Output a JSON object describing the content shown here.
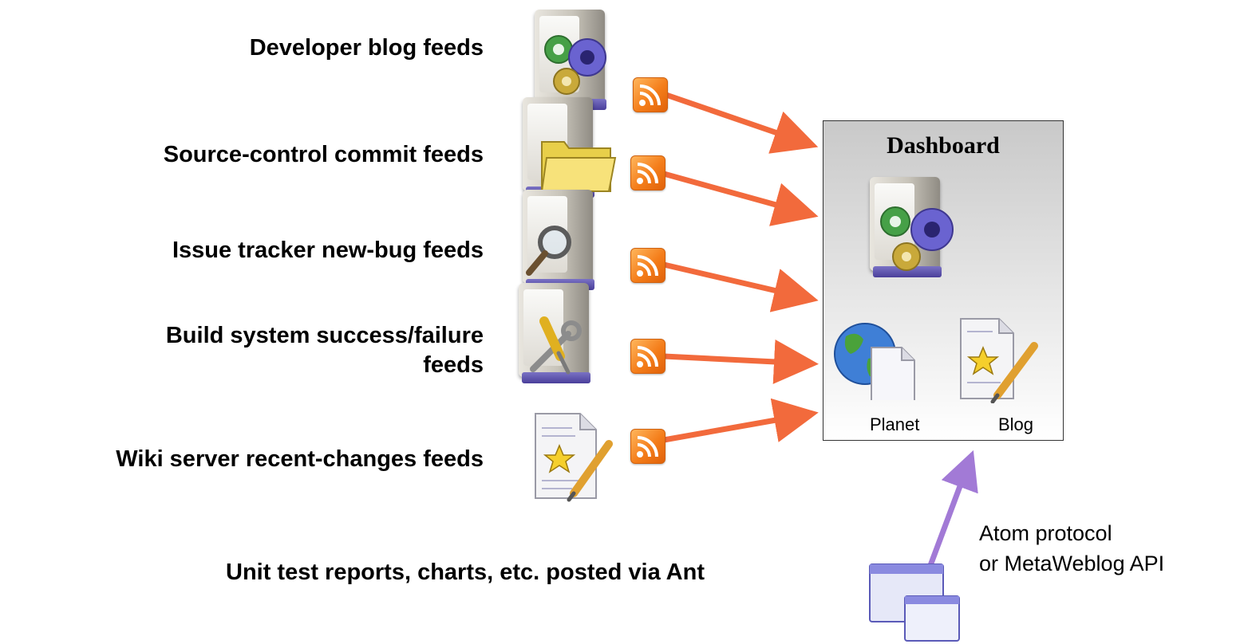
{
  "sources": [
    {
      "label": "Developer blog feeds",
      "icon": "server-gears-icon"
    },
    {
      "label": "Source-control commit feeds",
      "icon": "server-folder-icon"
    },
    {
      "label": "Issue tracker new-bug feeds",
      "icon": "server-magnifier-icon"
    },
    {
      "label_line1": "Build system success/failure",
      "label_line2": "feeds",
      "icon": "server-tools-icon"
    },
    {
      "label": "Wiki server recent-changes feeds",
      "icon": "document-star-pencil-icon"
    }
  ],
  "feed_icon": "rss-feed-icon",
  "dashboard": {
    "title": "Dashboard",
    "server_icon": "server-gears-icon",
    "planet_label": "Planet",
    "blog_label": "Blog",
    "planet_icon": "globe-document-icon",
    "blog_icon": "document-star-pencil-icon"
  },
  "posting": {
    "protocol_line1": "Atom protocol",
    "protocol_line2": "or MetaWeblog API",
    "source_label": "Unit test reports, charts, etc. posted via Ant",
    "source_icon": "application-windows-icon"
  },
  "colors": {
    "feed_arrow": "#f26a3c",
    "post_arrow": "#a27ad6",
    "rss_orange": "#f47d1a",
    "server_base": "#4a3f9a"
  }
}
